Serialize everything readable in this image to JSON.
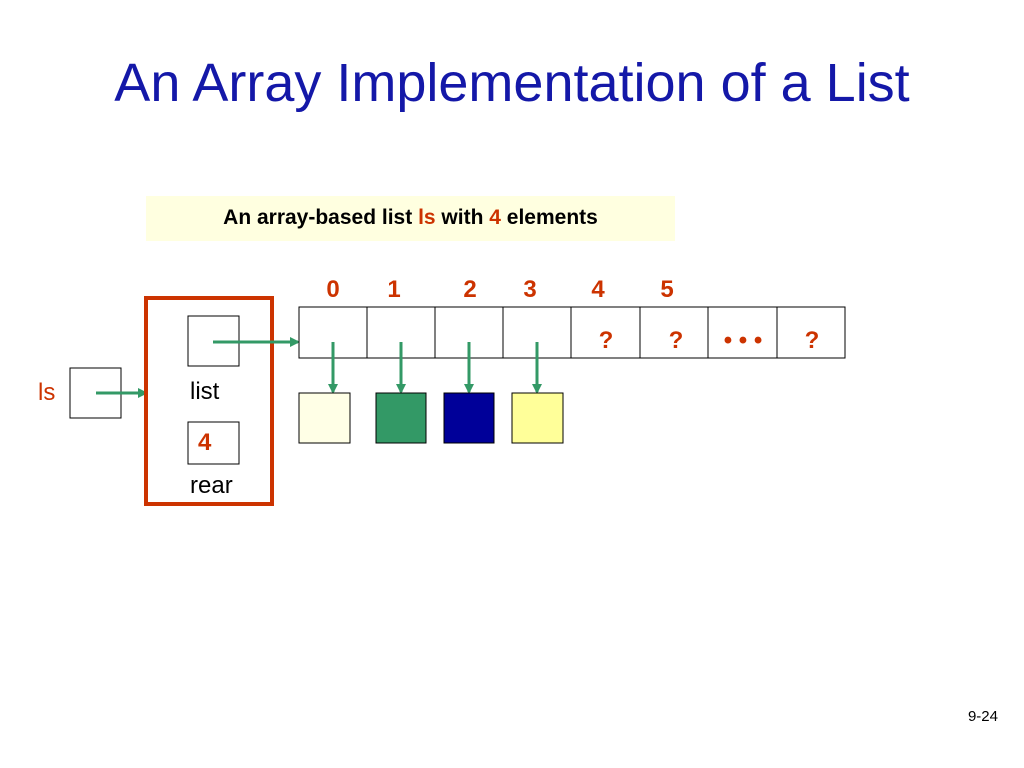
{
  "slide": {
    "title": "An Array Implementation of a List",
    "page_number": "9-24"
  },
  "caption": {
    "prefix": "An array-based list ",
    "variable": "ls",
    "middle": " with ",
    "count": "4",
    "suffix": " elements"
  },
  "list_object": {
    "reference_label": "ls",
    "list_field_label": "list",
    "rear_field_label": "rear",
    "rear_value": "4"
  },
  "array": {
    "indices": [
      "0",
      "1",
      "2",
      "3",
      "4",
      "5"
    ],
    "unknown_marker": "?",
    "ellipsis": "• • •"
  },
  "elements": [
    {
      "color": "#ffffe6"
    },
    {
      "color": "#339966"
    },
    {
      "color": "#000099"
    },
    {
      "color": "#ffff99"
    }
  ],
  "colors": {
    "title": "#1418a8",
    "accent": "#cc3300",
    "arrow": "#339966",
    "caption_background": "#ffffe0"
  }
}
